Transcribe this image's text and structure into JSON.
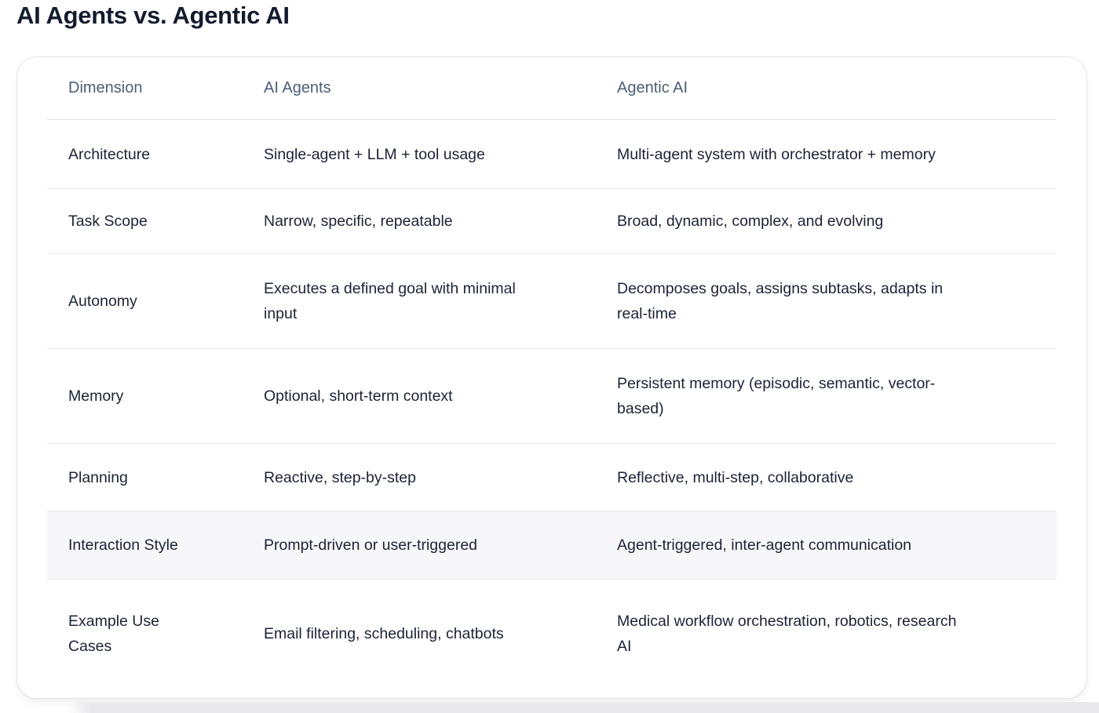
{
  "page": {
    "title": "AI Agents vs. Agentic AI"
  },
  "table": {
    "headers": {
      "dimension": "Dimension",
      "ai_agents": "AI Agents",
      "agentic_ai": "Agentic AI"
    },
    "rows": [
      {
        "dimension": "Architecture",
        "ai_agents": "Single-agent + LLM + tool usage",
        "agentic_ai": "Multi-agent system with orchestrator + memory"
      },
      {
        "dimension": "Task Scope",
        "ai_agents": "Narrow, specific, repeatable",
        "agentic_ai": "Broad, dynamic, complex, and evolving"
      },
      {
        "dimension": "Autonomy",
        "ai_agents": "Executes a defined goal with minimal\ninput",
        "agentic_ai": "Decomposes goals, assigns subtasks, adapts in\nreal-time"
      },
      {
        "dimension": "Memory",
        "ai_agents": "Optional, short-term context",
        "agentic_ai": "Persistent memory (episodic, semantic, vector-\nbased)"
      },
      {
        "dimension": "Planning",
        "ai_agents": "Reactive, step-by-step",
        "agentic_ai": "Reflective, multi-step, collaborative"
      },
      {
        "dimension": "Interaction Style",
        "ai_agents": "Prompt-driven or user-triggered",
        "agentic_ai": "Agent-triggered, inter-agent communication"
      },
      {
        "dimension": "Example Use\nCases",
        "ai_agents": "Email filtering, scheduling, chatbots",
        "agentic_ai": "Medical workflow orchestration, robotics, research\nAI"
      }
    ],
    "highlighted_row_index": 5
  },
  "colors": {
    "page_bg": "#ffffff",
    "title_text": "#141b2d",
    "header_text": "#4d5e78",
    "body_text": "#1b2337",
    "card_border": "#e1e2e8",
    "header_divider": "#d9dfe9",
    "row_divider": "#e8e8ed",
    "highlight_row_bg": "#f7f7f9",
    "bottom_strip": "#e9e9ec"
  }
}
